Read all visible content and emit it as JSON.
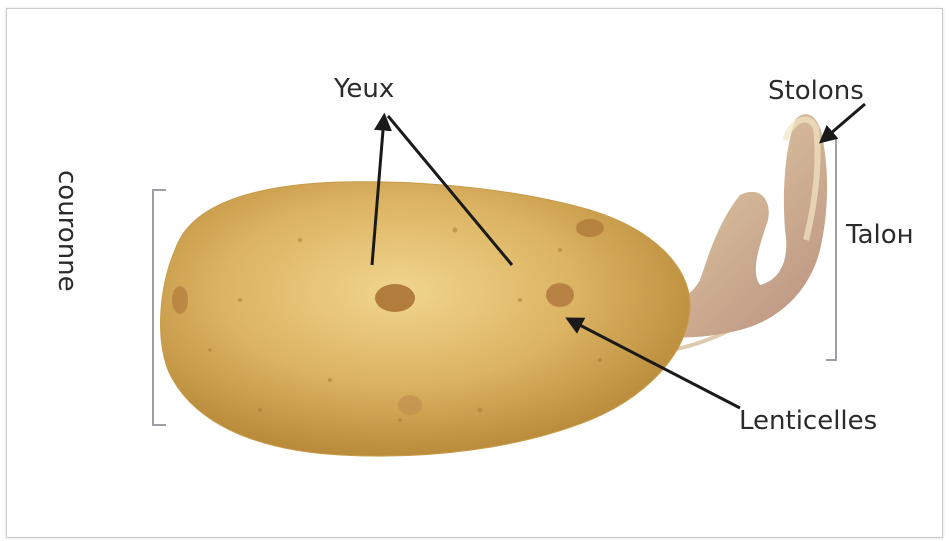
{
  "labels": {
    "yeux": "Yeux",
    "stolons": "Stolons",
    "talon": "Taloн",
    "lenticelles": "Lenticelles",
    "couronne": "couronne"
  },
  "colors": {
    "background": "#ffffff",
    "label_text": "#2b2b2b",
    "arrow": "#1a1a1a",
    "bracket": "#9aa0a6",
    "potato_skin": "#d9b45f",
    "potato_shadow": "#b98b3a",
    "sprout": "#cba889"
  }
}
